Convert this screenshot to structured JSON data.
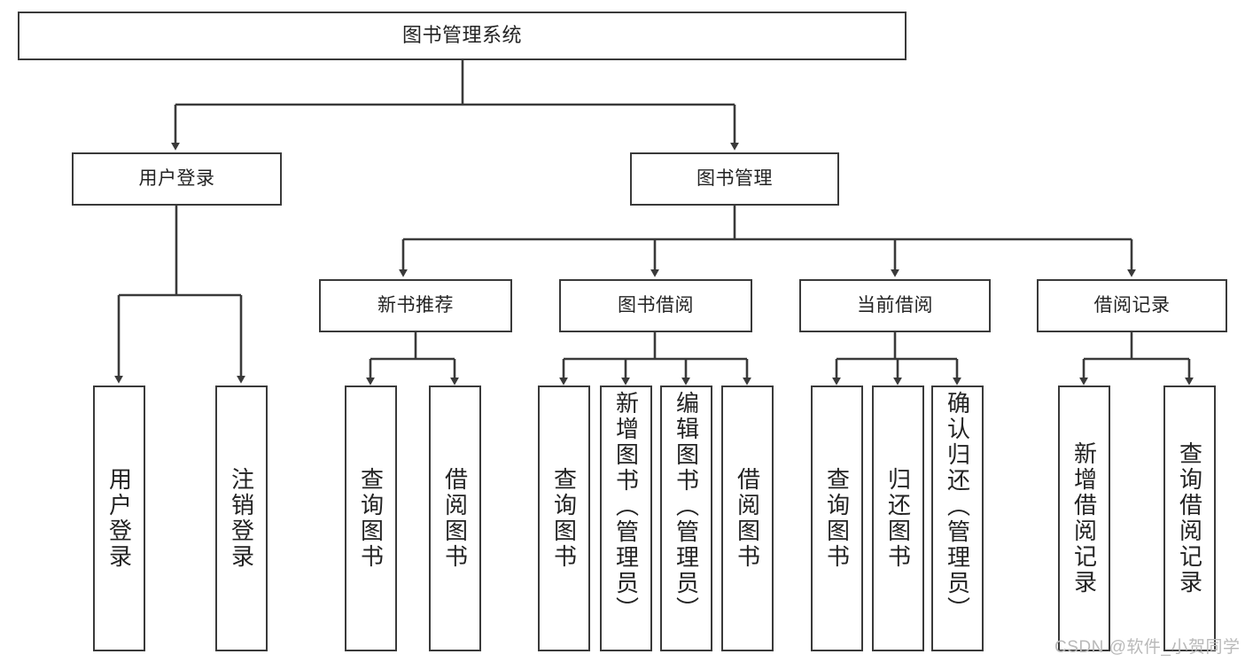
{
  "diagram": {
    "title": "图书管理系统",
    "type": "功能结构图",
    "stroke_color": "#3a3a3a",
    "text_color": "#232323",
    "background_color": "#ffffff"
  },
  "root": {
    "label": "图书管理系统"
  },
  "level2": [
    {
      "label": "用户登录"
    },
    {
      "label": "图书管理"
    }
  ],
  "level3": [
    {
      "label": "新书推荐"
    },
    {
      "label": "图书借阅"
    },
    {
      "label": "当前借阅"
    },
    {
      "label": "借阅记录"
    }
  ],
  "leaves": {
    "user_login": [
      {
        "label": "用户登录"
      },
      {
        "label": "注销登录"
      }
    ],
    "new_book_recommend": [
      {
        "label": "查询图书"
      },
      {
        "label": "借阅图书"
      }
    ],
    "book_borrow": [
      {
        "label": "查询图书"
      },
      {
        "label": "新增图书（管理员）"
      },
      {
        "label": "编辑图书（管理员）"
      },
      {
        "label": "借阅图书"
      }
    ],
    "current_borrow": [
      {
        "label": "查询图书"
      },
      {
        "label": "归还图书"
      },
      {
        "label": "确认归还（管理员）"
      }
    ],
    "borrow_record": [
      {
        "label": "新增借阅记录"
      },
      {
        "label": "查询借阅记录"
      }
    ]
  },
  "watermark": {
    "text": "CSDN @软件_小贺同学"
  }
}
